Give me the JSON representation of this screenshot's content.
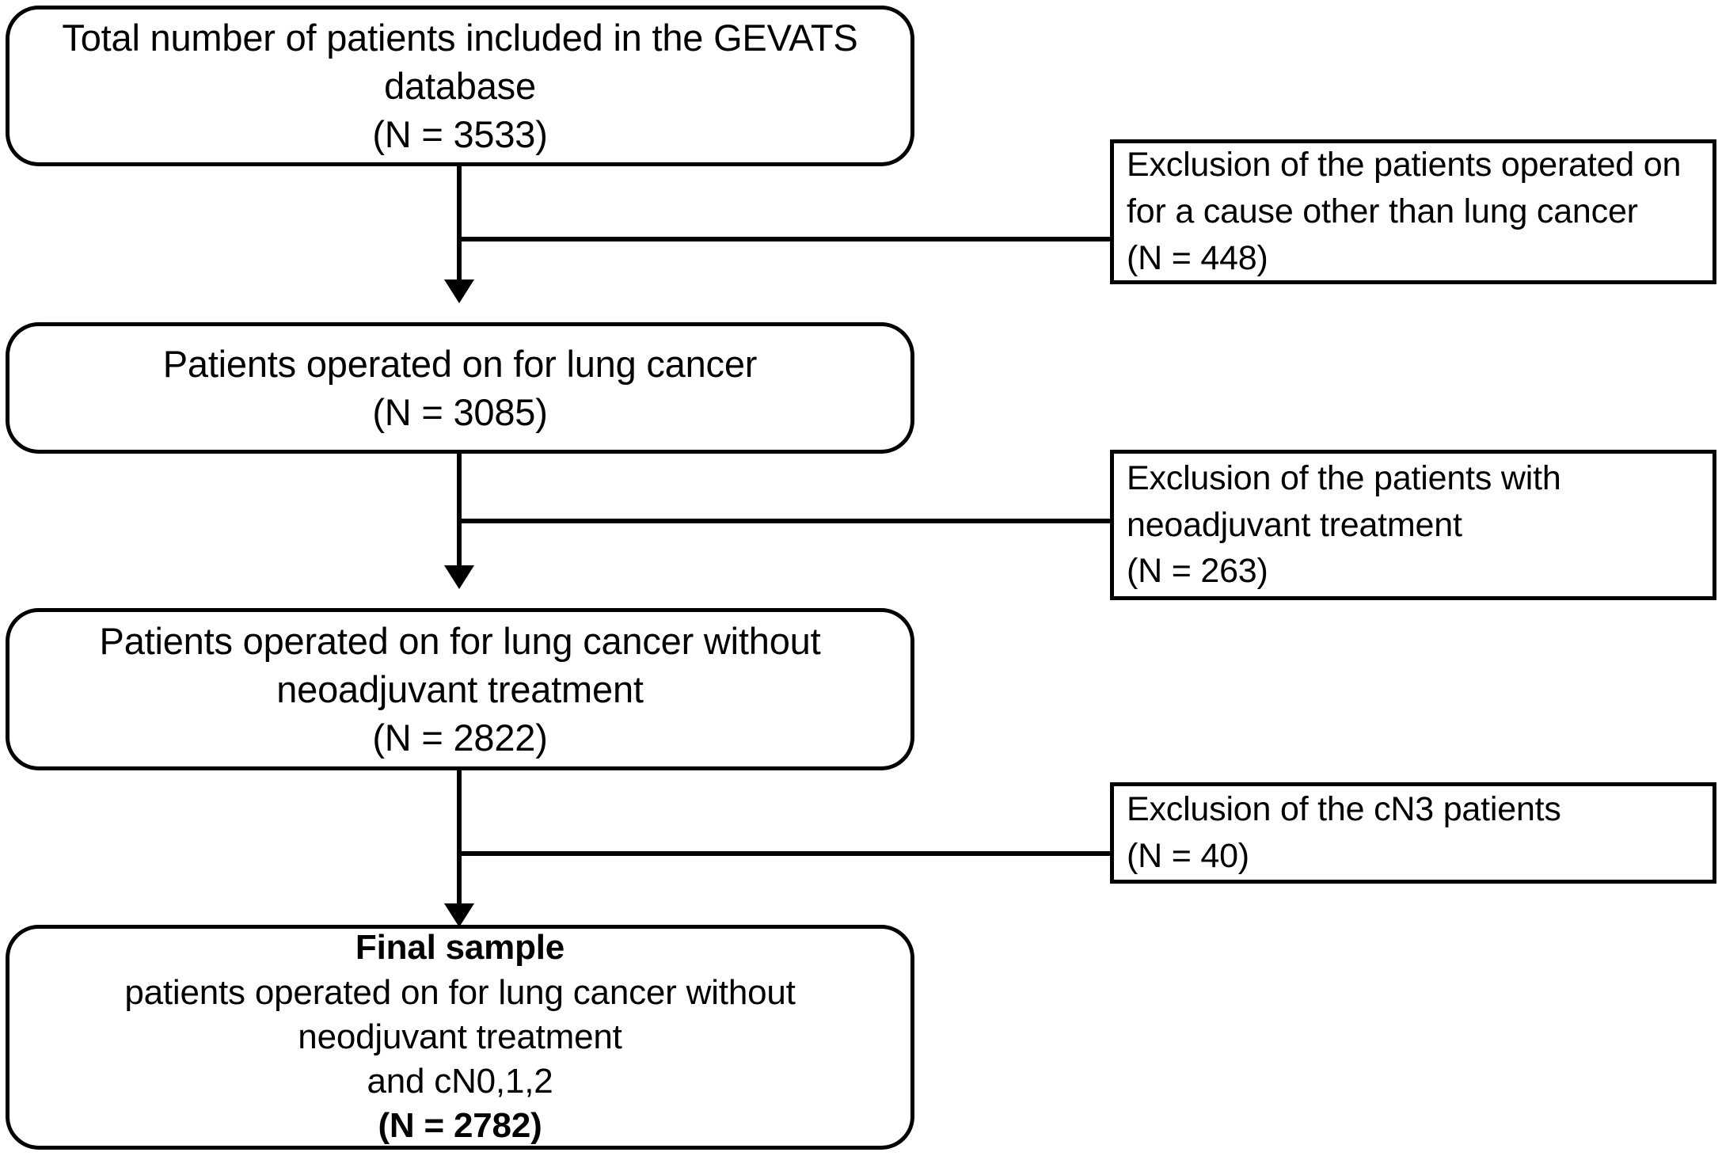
{
  "figure": {
    "type": "flowchart",
    "orientation": "vertical",
    "description": "Patient selection / study inclusion flow diagram (CONSORT-style)"
  },
  "flow": {
    "boxes": [
      {
        "id": "total-database",
        "lines": [
          {
            "text": "Total number of patients included in the GEVATS",
            "bold": false
          },
          {
            "text": "database",
            "bold": false
          },
          {
            "text": "(N = 3533)",
            "bold": false
          }
        ],
        "n_label": "(N = 3533)",
        "n_value": 3533
      },
      {
        "id": "operated-lung-cancer",
        "lines": [
          {
            "text": "Patients operated on for lung cancer",
            "bold": false
          },
          {
            "text": "(N = 3085)",
            "bold": false
          }
        ],
        "n_label": "(N = 3085)",
        "n_value": 3085
      },
      {
        "id": "no-neoadjuvant",
        "lines": [
          {
            "text": "Patients operated on for lung cancer without",
            "bold": false
          },
          {
            "text": "neoadjuvant treatment",
            "bold": false
          },
          {
            "text": "(N = 2822)",
            "bold": false
          }
        ],
        "n_label": "(N = 2822)",
        "n_value": 2822
      },
      {
        "id": "final-sample",
        "lines": [
          {
            "text": "Final sample",
            "bold": true
          },
          {
            "text": "patients operated on for lung cancer without",
            "bold": false
          },
          {
            "text": "neodjuvant treatment",
            "bold": false
          },
          {
            "text": "and cN0,1,2",
            "bold": false
          },
          {
            "text": "(N = 2782)",
            "bold": true
          }
        ],
        "n_label": "(N = 2782)",
        "n_value": 2782
      }
    ],
    "exclusions": [
      {
        "id": "exclusion-other-cause",
        "lines": [
          "Exclusion of the patients operated on",
          "for a cause other than lung cancer",
          "(N = 448)"
        ],
        "n_label": "(N = 448)",
        "n_value": 448
      },
      {
        "id": "exclusion-neoadjuvant",
        "lines": [
          "Exclusion of the patients with",
          "neoadjuvant treatment",
          "(N = 263)"
        ],
        "n_label": "(N = 263)",
        "n_value": 263
      },
      {
        "id": "exclusion-cn3",
        "lines": [
          "Exclusion of the cN3 patients",
          "(N = 40)"
        ],
        "n_label": "(N = 40)",
        "n_value": 40
      }
    ]
  },
  "colors": {
    "stroke": "#000000",
    "background": "#ffffff",
    "text": "#000000"
  }
}
